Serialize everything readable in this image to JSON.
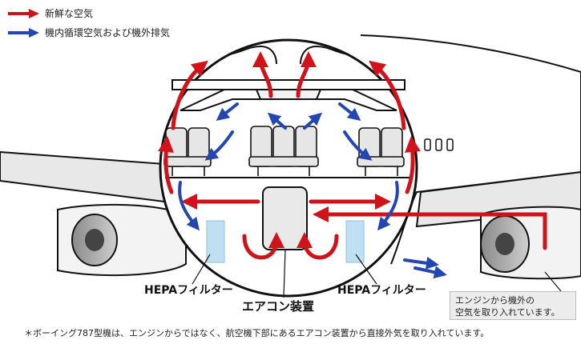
{
  "legend": {
    "fresh_air": "新鮮な空気",
    "recirculated_air": "機内循環空気および機外排気"
  },
  "labels": {
    "hepa_left": "HEPAフィルター",
    "hepa_right": "HEPAフィルター",
    "ac_unit": "エアコン装置"
  },
  "callout": {
    "line1": "エンジンから機外の",
    "line2": "空気を取り入れています。"
  },
  "footnote": "＊ボーイング787型機は、エンジンからではなく、航空機下部にあるエアコン装置から直接外気を取り入れています。",
  "colors": {
    "fresh": "#d0121b",
    "recirculated": "#2346b0",
    "filter": "#bfe0f2",
    "wing": "#e6e6e6"
  }
}
